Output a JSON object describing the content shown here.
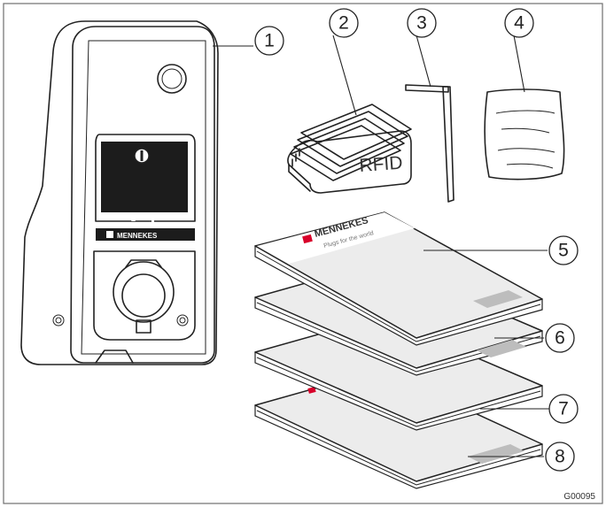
{
  "figure": {
    "code": "G00095",
    "brand": {
      "name": "MENNEKES",
      "tagline": "Plugs for the world",
      "charger_label": "MENNEKES"
    },
    "rfid_label": "RFID",
    "colors": {
      "outline": "#222222",
      "booklet_fill": "#ececec",
      "gray_block": "#bdbdbd",
      "logo_red": "#d8002a"
    },
    "callouts": [
      {
        "label": "1",
        "target": "wallbox-charger"
      },
      {
        "label": "2",
        "target": "rfid-cards"
      },
      {
        "label": "3",
        "target": "hex-key"
      },
      {
        "label": "4",
        "target": "fastener-bag"
      },
      {
        "label": "5",
        "target": "booklet-1"
      },
      {
        "label": "6",
        "target": "booklet-2"
      },
      {
        "label": "7",
        "target": "booklet-3"
      },
      {
        "label": "8",
        "target": "booklet-4"
      }
    ]
  }
}
